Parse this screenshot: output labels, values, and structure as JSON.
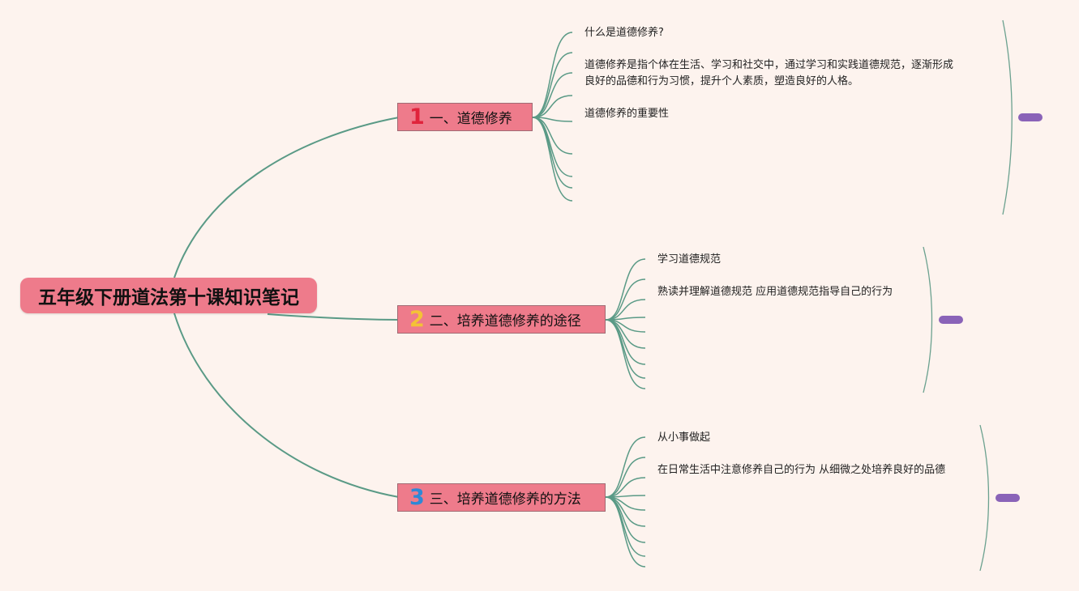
{
  "root": {
    "title": "五年级下册道法第十课知识笔记"
  },
  "branches": [
    {
      "number": "1",
      "number_color": "#e0233b",
      "label": "一、道德修养",
      "notes": [
        "什么是道德修养?",
        "道德修养是指个体在生活、学习和社交中，通过学习和实践道德规范，逐渐形成",
        "良好的品德和行为习惯，提升个人素质，塑造良好的人格。",
        "道德修养的重要性"
      ]
    },
    {
      "number": "2",
      "number_color": "#f4c236",
      "label": "二、培养道德修养的途径",
      "notes": [
        "学习道德规范",
        "熟读并理解道德规范 应用道德规范指导自己的行为"
      ]
    },
    {
      "number": "3",
      "number_color": "#2f88d6",
      "label": "三、培养道德修养的方法",
      "notes": [
        "从小事做起",
        "在日常生活中注意修养自己的行为 从细微之处培养良好的品德"
      ]
    }
  ],
  "colors": {
    "background": "#fdf3ee",
    "node_fill": "#ee7b8b",
    "connector": "#5a9a86",
    "collapse_pill": "#8a63b8"
  }
}
